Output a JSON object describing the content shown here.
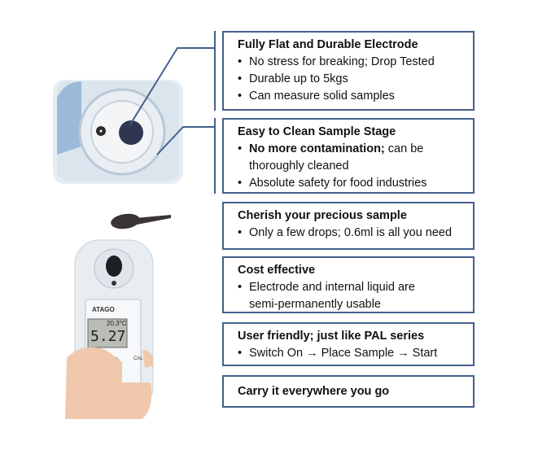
{
  "features": [
    {
      "title": "Fully Flat and Durable Electrode",
      "bullets": [
        "No stress for breaking; Drop Tested",
        "Durable up to 5kgs",
        "Can measure solid samples"
      ]
    },
    {
      "title": "Easy to Clean Sample Stage",
      "bullets": [
        {
          "bold": "No more contamination;",
          "rest": " can be thoroughly cleaned"
        },
        "Absolute safety for food industries"
      ]
    },
    {
      "title": "Cherish your precious sample",
      "bullets": [
        "Only a few drops; 0.6ml is all you need"
      ]
    },
    {
      "title": "Cost effective",
      "bullets": [
        "Electrode and internal liquid are semi-permanently usable"
      ]
    },
    {
      "title": "User friendly; just like PAL series",
      "bullets": [
        "Switch On → Place Sample → Start"
      ]
    },
    {
      "title": "Carry it everywhere you go",
      "bullets": []
    }
  ],
  "device": {
    "brand": "ATAGO",
    "temperature": "20.3°C",
    "reading": "5.27",
    "cal_button": "CAL"
  },
  "colors": {
    "accent": "#44608c"
  }
}
